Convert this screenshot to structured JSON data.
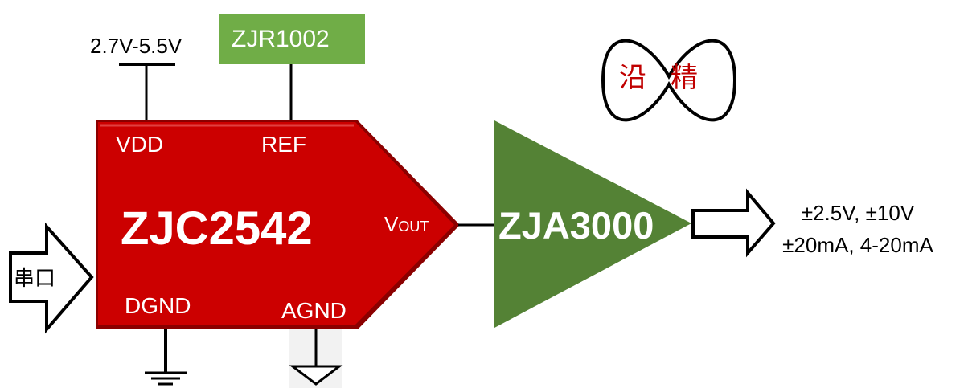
{
  "supply": {
    "voltage_range": "2.7V-5.5V"
  },
  "reference": {
    "part": "ZJR1002"
  },
  "dac": {
    "part": "ZJC2542",
    "pins": {
      "vdd": "VDD",
      "ref": "REF",
      "vout_main": "V",
      "vout_sub": "OUT",
      "dgnd": "DGND",
      "agnd": "AGND"
    }
  },
  "input": {
    "label": "串口"
  },
  "amplifier": {
    "part": "ZJA3000"
  },
  "output": {
    "line1": "±2.5V, ±10V",
    "line2": "±20mA, 4-20mA"
  },
  "logo": {
    "text": "沿精"
  },
  "colors": {
    "dac_red": "#cc0000",
    "amp_green": "#548235",
    "ref_green": "#70ad47"
  }
}
